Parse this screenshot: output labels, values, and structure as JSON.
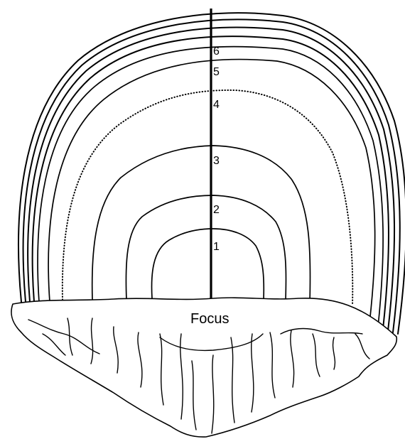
{
  "diagram": {
    "focus_label": "Focus",
    "annulus_labels": [
      "1",
      "2",
      "3",
      "4",
      "5",
      "6"
    ]
  }
}
